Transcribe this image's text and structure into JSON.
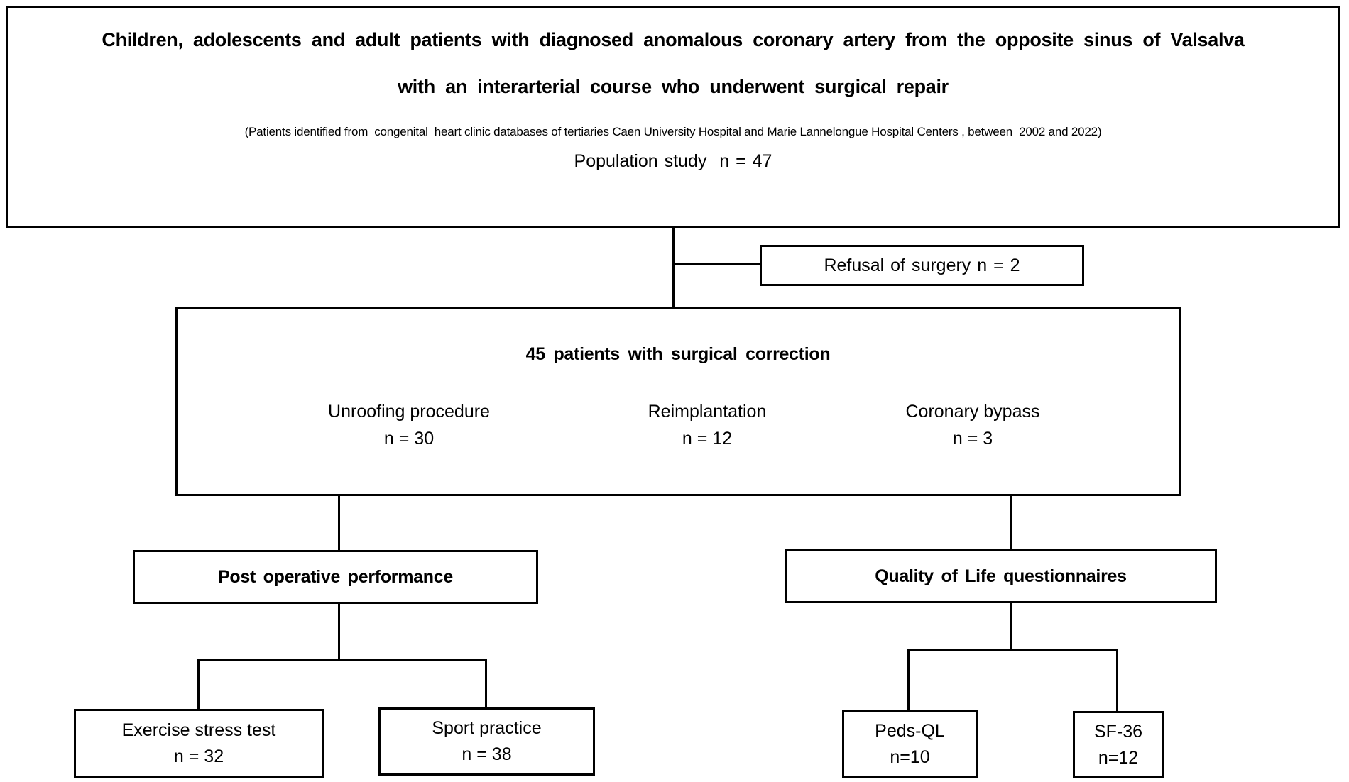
{
  "diagram": {
    "top_box": {
      "title_line1": "Children, adolescents and adult patients with diagnosed anomalous coronary artery from the opposite sinus of Valsalva",
      "title_line2": "with an interarterial course who underwent surgical repair",
      "source_note": "(Patients identified from  congenital  heart clinic databases of tertiaries Caen University Hospital and Marie Lannelongue Hospital Centers , between  2002 and 2022)",
      "population": "Population study  n = 47"
    },
    "refusal_box": {
      "label": "Refusal of surgery n = 2"
    },
    "surgery_box": {
      "title": "45 patients with surgical correction",
      "procedures": [
        {
          "label": "Unroofing procedure",
          "n": "n = 30"
        },
        {
          "label": "Reimplantation",
          "n": "n = 12"
        },
        {
          "label": "Coronary bypass",
          "n": "n = 3"
        }
      ]
    },
    "postop_box": {
      "label": "Post operative performance"
    },
    "qol_box": {
      "label": "Quality of Life questionnaires"
    },
    "leaf_boxes": [
      {
        "label": "Exercise stress test",
        "n": "n = 32"
      },
      {
        "label": "Sport practice",
        "n": "n = 38"
      },
      {
        "label": "Peds-QL",
        "n": "n=10"
      },
      {
        "label": "SF-36",
        "n": "n=12"
      }
    ],
    "colors": {
      "border": "#000000",
      "background": "#ffffff",
      "text": "#000000"
    }
  }
}
